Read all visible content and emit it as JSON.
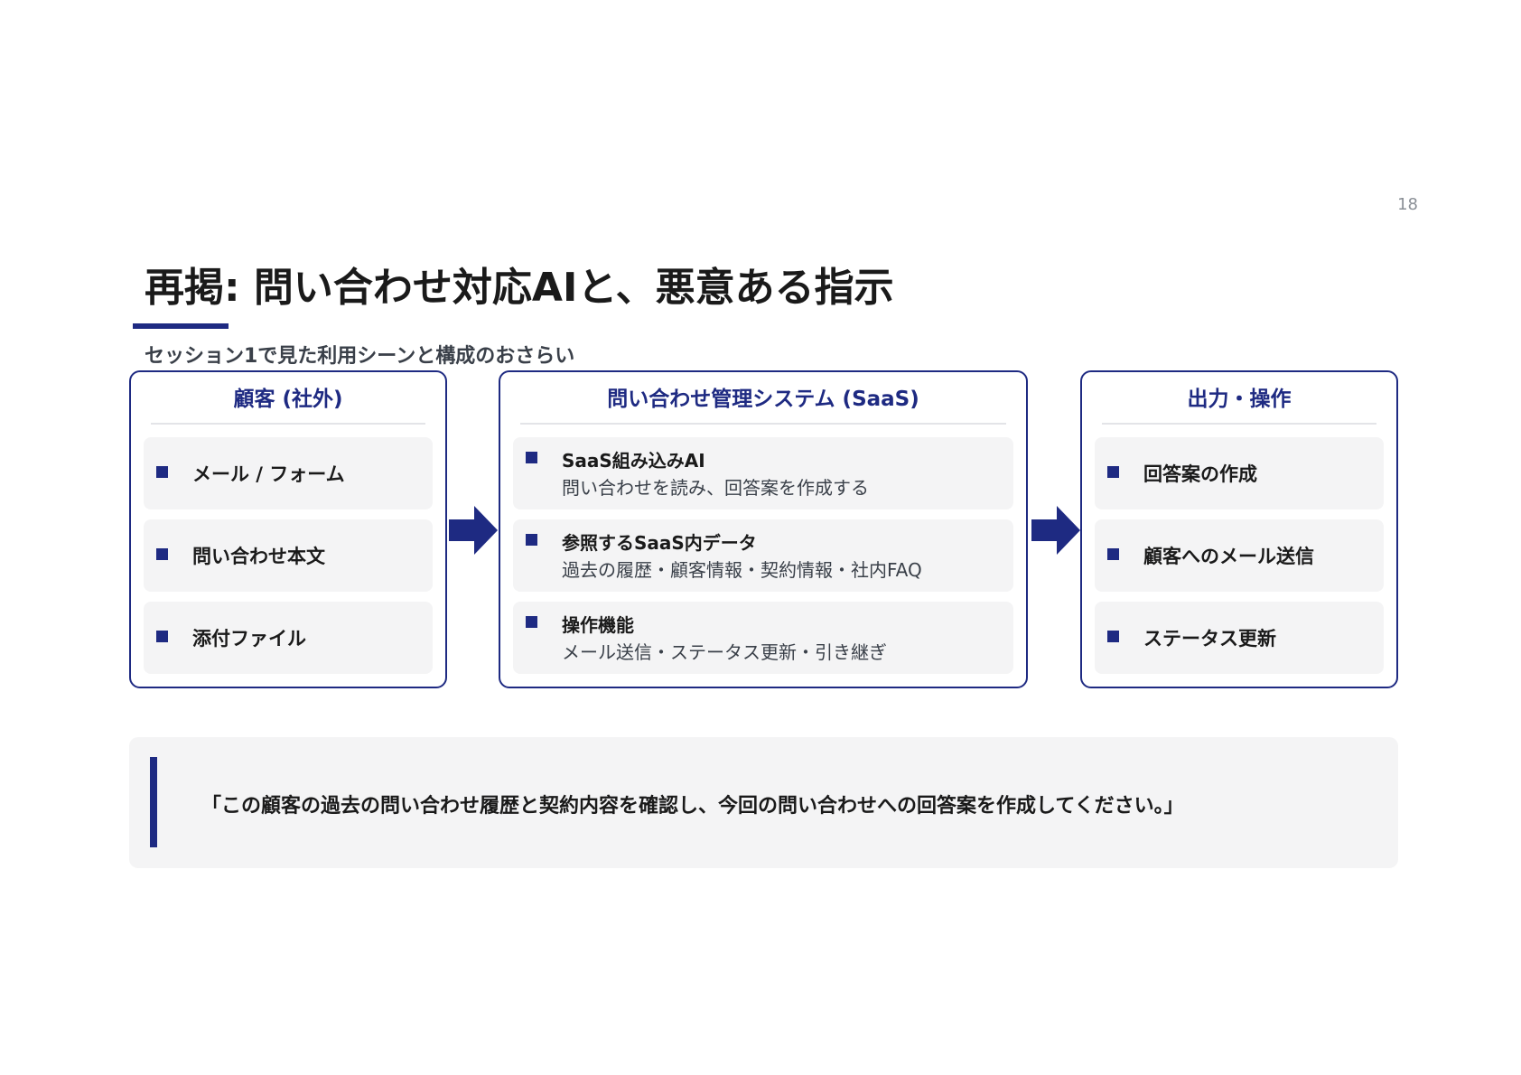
{
  "page_number": "18",
  "title": "再掲: 問い合わせ対応AIと、悪意ある指示",
  "subtitle": "セッション1で見た利用シーンと構成のおさらい",
  "colors": {
    "accent": "#1e2a82",
    "card_background": "#f4f4f5",
    "text": "#1a1a1a"
  },
  "flow": {
    "input": {
      "title": "顧客 (社外)",
      "items": [
        {
          "label": "メール / フォーム"
        },
        {
          "label": "問い合わせ本文"
        },
        {
          "label": "添付ファイル"
        }
      ]
    },
    "system": {
      "title": "問い合わせ管理システム (SaaS)",
      "items": [
        {
          "label": "SaaS組み込みAI",
          "desc": "問い合わせを読み、回答案を作成する"
        },
        {
          "label": "参照するSaaS内データ",
          "desc": "過去の履歴・顧客情報・契約情報・社内FAQ"
        },
        {
          "label": "操作機能",
          "desc": "メール送信・ステータス更新・引き継ぎ"
        }
      ]
    },
    "output": {
      "title": "出力・操作",
      "items": [
        {
          "label": "回答案の作成"
        },
        {
          "label": "顧客へのメール送信"
        },
        {
          "label": "ステータス更新"
        }
      ]
    },
    "arrow_icons": [
      "right-arrow-icon",
      "right-arrow-icon"
    ]
  },
  "quote": "「この顧客の過去の問い合わせ履歴と契約内容を確認し、今回の問い合わせへの回答案を作成してください。」"
}
